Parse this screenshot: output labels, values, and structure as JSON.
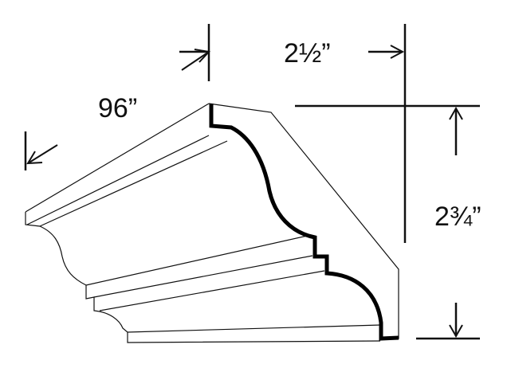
{
  "diagram": {
    "length_label": "96”",
    "width_label": "2½”",
    "height_label": "2¾”",
    "line_color": "#111111",
    "background": "#ffffff"
  }
}
